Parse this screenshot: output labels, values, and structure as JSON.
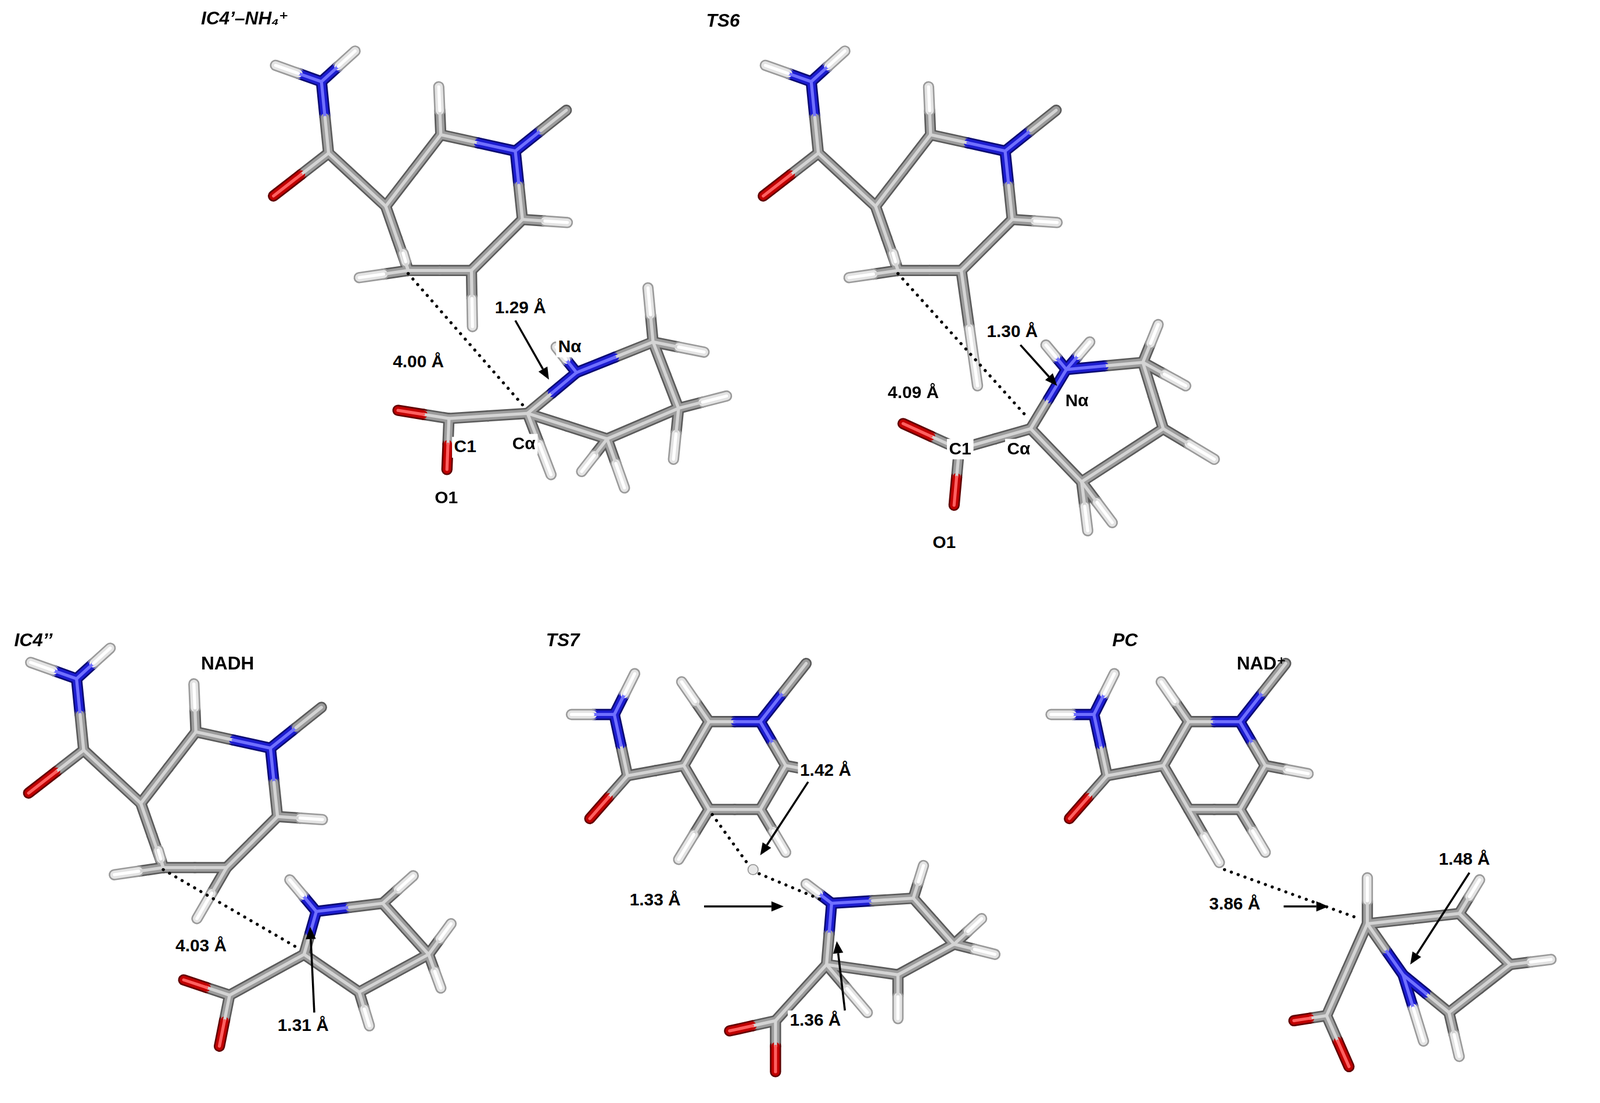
{
  "diagram": {
    "labels": [
      "IC4’–NH₄⁺",
      "1.29 Å",
      "Nα",
      "4.00 Å",
      "C1",
      "Cα",
      "O1",
      "TS6",
      "1.30 Å",
      "4.09 Å",
      "Nα",
      "C1",
      "Cα",
      "O1",
      "IC4’’",
      "NADH",
      "4.03 Å",
      "1.31 Å",
      "TS7",
      "1.42 Å",
      "1.33 Å",
      "1.36 Å",
      "PC",
      "NAD⁺",
      "1.48 Å",
      "3.86 Å"
    ]
  }
}
